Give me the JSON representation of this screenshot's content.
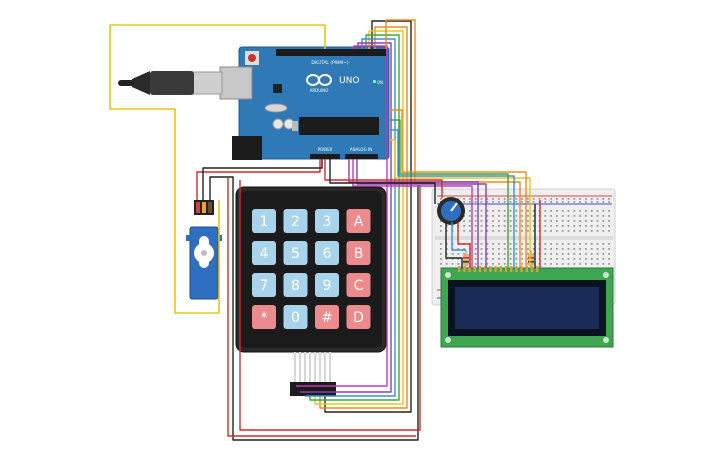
{
  "arduino": {
    "brand_text": "ARDUINO",
    "model_text": "UNO",
    "digital_label": "DIGITAL (PWM~)",
    "power_label": "POWER",
    "analog_label": "ANALOG IN",
    "on_label": "ON"
  },
  "keypad": {
    "keys": [
      "1",
      "2",
      "3",
      "A",
      "4",
      "5",
      "6",
      "B",
      "7",
      "8",
      "9",
      "C",
      "*",
      "0",
      "#",
      "D"
    ]
  },
  "colors": {
    "board": "#2f79b7",
    "wire_yellow": "#e8c51b",
    "wire_red": "#d42a2a",
    "wire_black": "#222222",
    "wire_orange": "#f08a1c",
    "wire_green": "#3aa83a",
    "wire_blue": "#3a8fd6",
    "wire_purple": "#8c3fb0",
    "wire_magenta": "#c23ab5",
    "lcd_green": "#3ea550",
    "lcd_screen": "#1a2a56",
    "key_blue": "#a9d3ea",
    "key_red": "#ec8a8d",
    "servo_blue": "#2f6fc2"
  }
}
